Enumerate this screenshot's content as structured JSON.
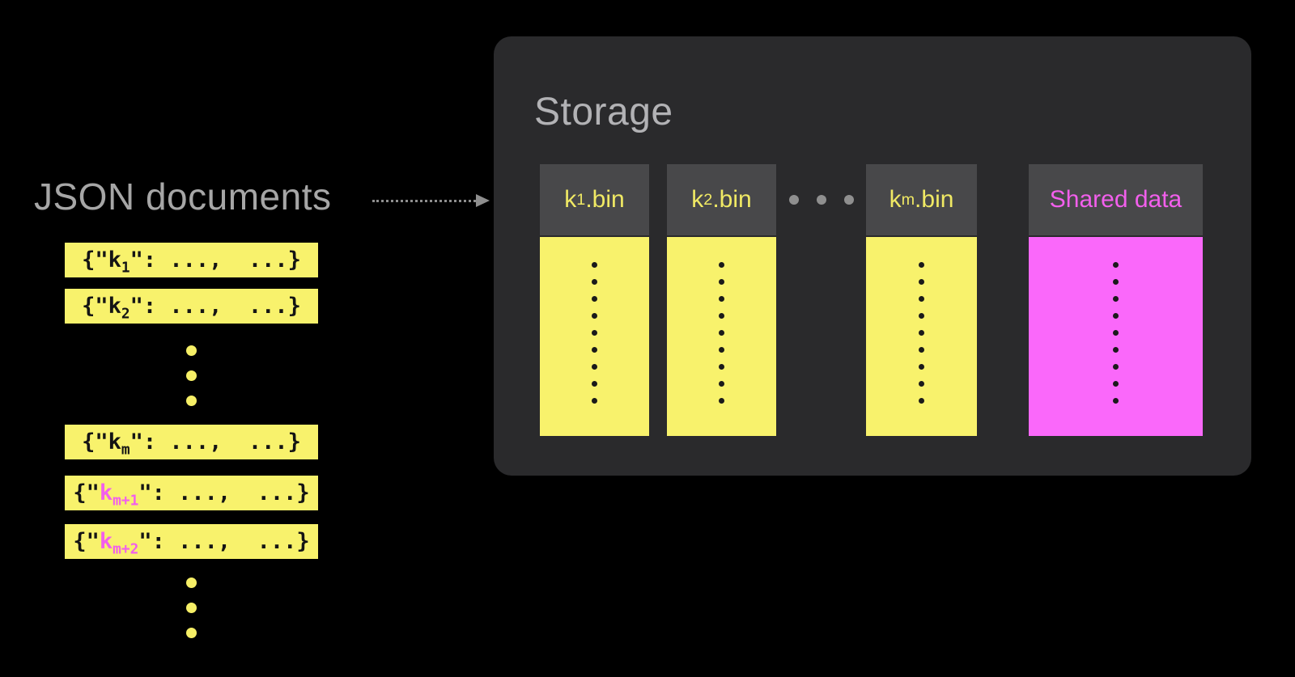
{
  "diagram": {
    "left": {
      "title": "JSON documents",
      "documents": [
        {
          "pre": "{\"",
          "key": "k",
          "sub": "1",
          "post": "\": ...,  ...}"
        },
        {
          "pre": "{\"",
          "key": "k",
          "sub": "2",
          "post": "\": ...,  ...}"
        },
        {
          "pre": "{\"",
          "key": "k",
          "sub": "m",
          "post": "\": ...,  ...}"
        },
        {
          "pre": "{\"",
          "key": "k",
          "sub": "m+1",
          "post": "\": ...,  ...}"
        },
        {
          "pre": "{\"",
          "key": "k",
          "sub": "m+2",
          "post": "\": ...,  ...}"
        }
      ],
      "ellipsis_dot_count": 3
    },
    "storage": {
      "title": "Storage",
      "columns": [
        {
          "key": "k",
          "sub": "1",
          "ext": ".bin",
          "style": "yellow"
        },
        {
          "key": "k",
          "sub": "2",
          "ext": ".bin",
          "style": "yellow"
        },
        {
          "key": "k",
          "sub": "m",
          "ext": ".bin",
          "style": "yellow"
        },
        {
          "label": "Shared data",
          "style": "magenta"
        }
      ],
      "ellipsis_dot_count": 3,
      "body_dot_count": 9
    },
    "colors": {
      "background": "#000000",
      "panel_bg": "#2A2A2C",
      "column_header_bg": "#48484A",
      "yellow": "#F8F26C",
      "magenta": "#FA68FA",
      "pink_text": "#F25FEC",
      "header_label_yellow": "#F0E964",
      "storage_title_gray": "#B2B2B5",
      "left_title_gray": "#A6A6A6",
      "ellipsis_gray": "#8F8F8F",
      "dot_black": "#1A1A1A"
    }
  }
}
